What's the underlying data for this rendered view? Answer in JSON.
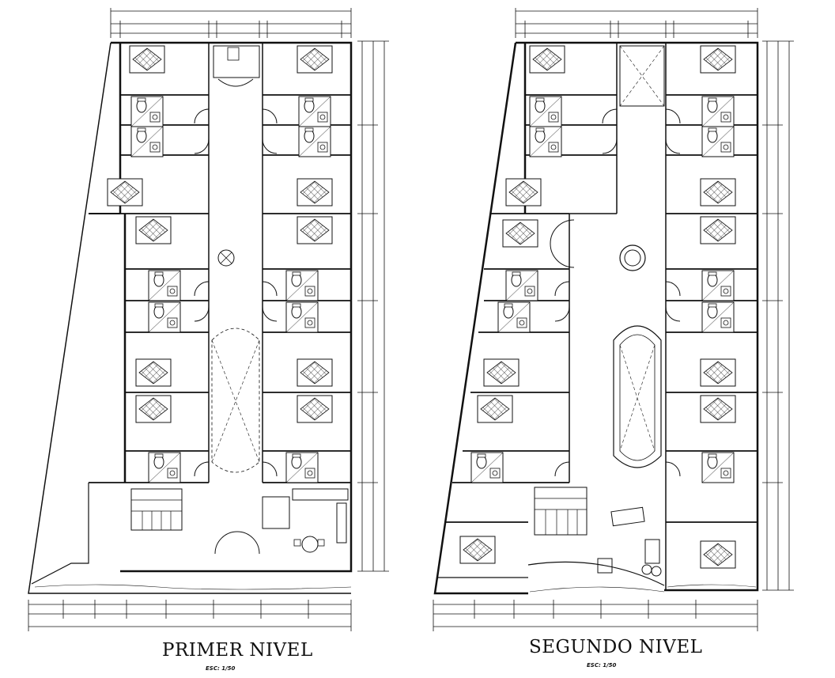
{
  "plans": [
    {
      "title": "PRIMER NIVEL",
      "scale": "ESC: 1/50"
    },
    {
      "title": "SEGUNDO NIVEL",
      "scale": "ESC: 1/50"
    }
  ]
}
